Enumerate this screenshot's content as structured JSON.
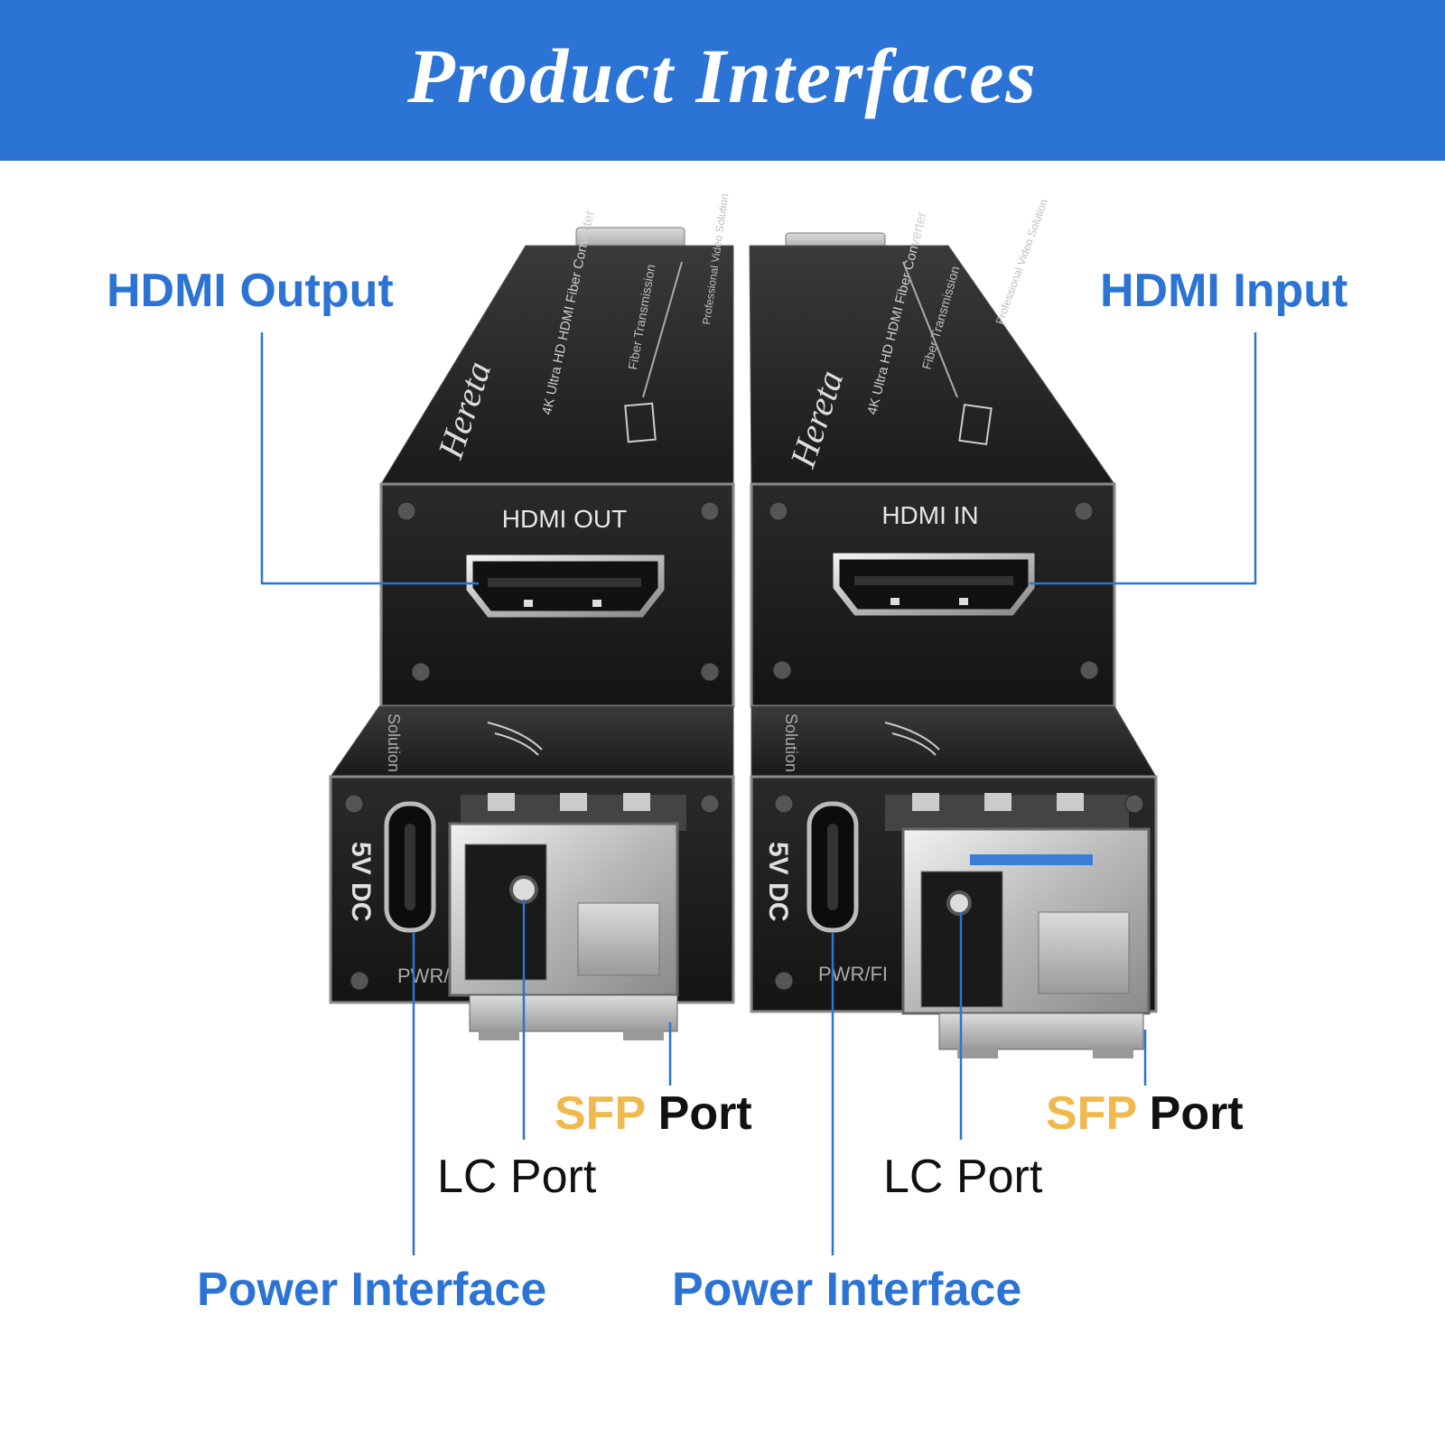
{
  "banner": {
    "title": "Product Interfaces"
  },
  "callouts": {
    "hdmi_output": "HDMI Output",
    "hdmi_input": "HDMI Input",
    "sfp_port_left": {
      "accent": "SFP",
      "rest": "Port"
    },
    "sfp_port_right": {
      "accent": "SFP",
      "rest": "Port"
    },
    "lc_port_left": "LC Port",
    "lc_port_right": "LC Port",
    "power_interface_left": "Power Interface",
    "power_interface_right": "Power Interface"
  },
  "device": {
    "brand": "Hereta",
    "top_text_1": "4K Ultra HD HDMI Fiber Converter",
    "top_text_2": "Fiber Transmission",
    "top_text_3": "Professional Video Solution",
    "side_text": "Solution",
    "hdmi_out_label": "HDMI OUT",
    "hdmi_in_label": "HDMI IN",
    "power_label": "5V DC",
    "pwr_left": "PWR/",
    "pwr_right": "PWR/FI"
  },
  "colors": {
    "banner": "#2b73d4",
    "accent_blue": "#2b73d4",
    "accent_gold": "#f0b94e"
  }
}
